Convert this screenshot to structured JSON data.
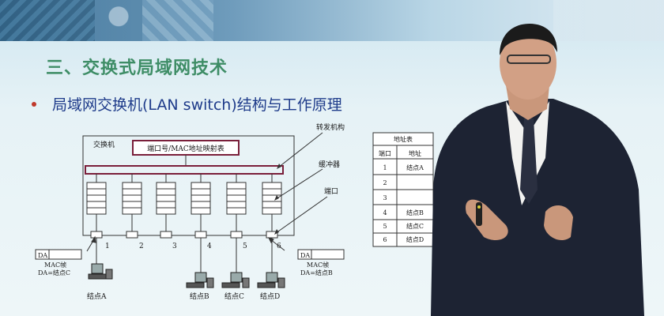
{
  "slide": {
    "title": "三、交换式局域网技术",
    "bullet": "局域网交换机(LAN switch)结构与工作原理"
  },
  "diagram": {
    "switch_label": "交换机",
    "map_label": "端口号/MAC地址映射表",
    "callouts": {
      "forwarding": "转发机构",
      "buffer": "缓冲器",
      "port": "端口"
    },
    "port_numbers": [
      "1",
      "2",
      "3",
      "4",
      "5",
      "6"
    ],
    "left_frame": {
      "da": "DA",
      "frame": "MAC帧",
      "dest": "DA=结点C"
    },
    "right_frame": {
      "da": "DA",
      "frame": "MAC帧",
      "dest": "DA=结点B"
    },
    "nodes": [
      "结点A",
      "结点B",
      "结点C",
      "结点D"
    ]
  },
  "address_table": {
    "title": "地址表",
    "headers": [
      "端口",
      "地址"
    ],
    "rows": [
      {
        "port": "1",
        "address": "结点A"
      },
      {
        "port": "2",
        "address": ""
      },
      {
        "port": "3",
        "address": ""
      },
      {
        "port": "4",
        "address": "结点B"
      },
      {
        "port": "5",
        "address": "结点C"
      },
      {
        "port": "6",
        "address": "结点D"
      }
    ]
  },
  "colors": {
    "title": "#3e8d66",
    "bullet_text": "#1e3b8a",
    "bullet_dot": "#c0392b",
    "map_box": "#7a1f3a",
    "diagram_line": "#333333"
  }
}
